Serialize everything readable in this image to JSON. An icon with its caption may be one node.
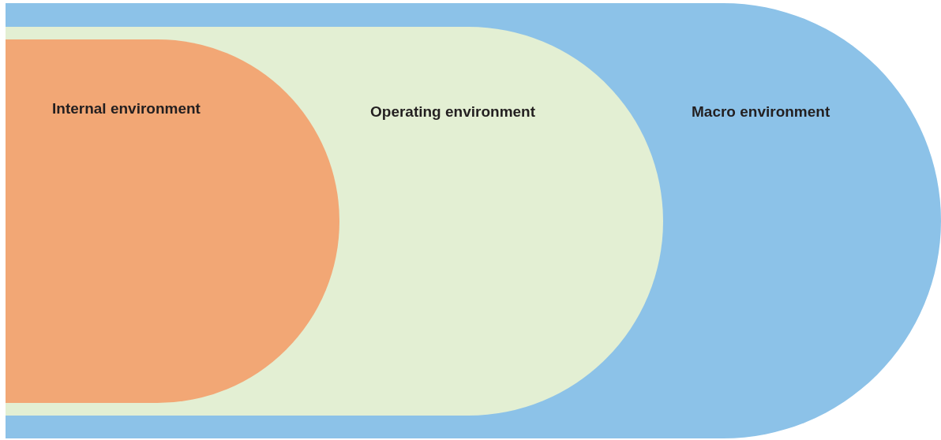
{
  "diagram": {
    "nodes": [
      {
        "text": [
          "Macro environment"
        ]
      },
      {
        "text": [
          "Operating environment"
        ],
        "in": 0
      },
      {
        "text": [
          "Internal environment"
        ],
        "in": 1
      }
    ]
  }
}
